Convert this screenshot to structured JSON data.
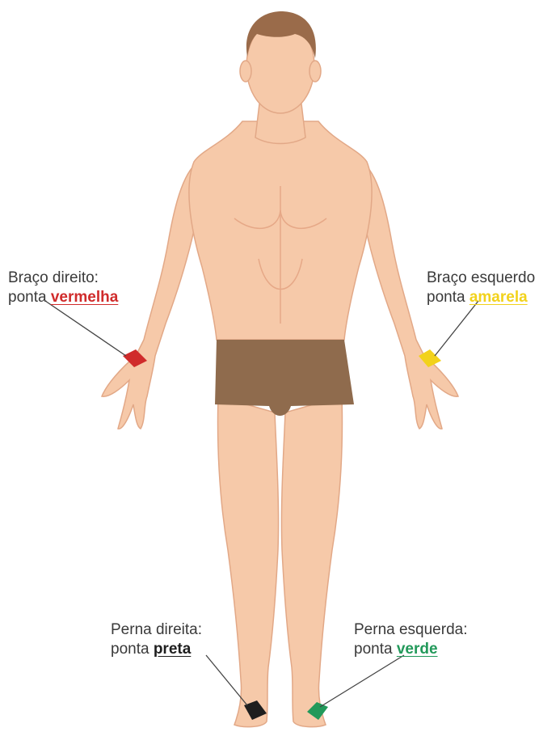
{
  "colors": {
    "skin": "#f6c9a9",
    "skin_shadow": "#e9ae8d",
    "hair": "#9a6b4a",
    "shorts": "#8f6b4d",
    "red": "#d02b2b",
    "yellow": "#f2d21b",
    "black": "#1e1e1e",
    "green": "#22995a"
  },
  "leads": [
    {
      "id": "right-arm",
      "label": "Braço direito:",
      "prefix": "ponta ",
      "color_word": "vermelha",
      "icon": "red-electrode-clip"
    },
    {
      "id": "left-arm",
      "label": "Braço esquerdo",
      "prefix": "ponta ",
      "color_word": "amarela",
      "icon": "yellow-electrode-clip"
    },
    {
      "id": "right-leg",
      "label": "Perna direita:",
      "prefix": "ponta ",
      "color_word": "preta",
      "icon": "black-electrode-clip"
    },
    {
      "id": "left-leg",
      "label": "Perna esquerda:",
      "prefix": "ponta ",
      "color_word": "verde",
      "icon": "green-electrode-clip"
    }
  ]
}
